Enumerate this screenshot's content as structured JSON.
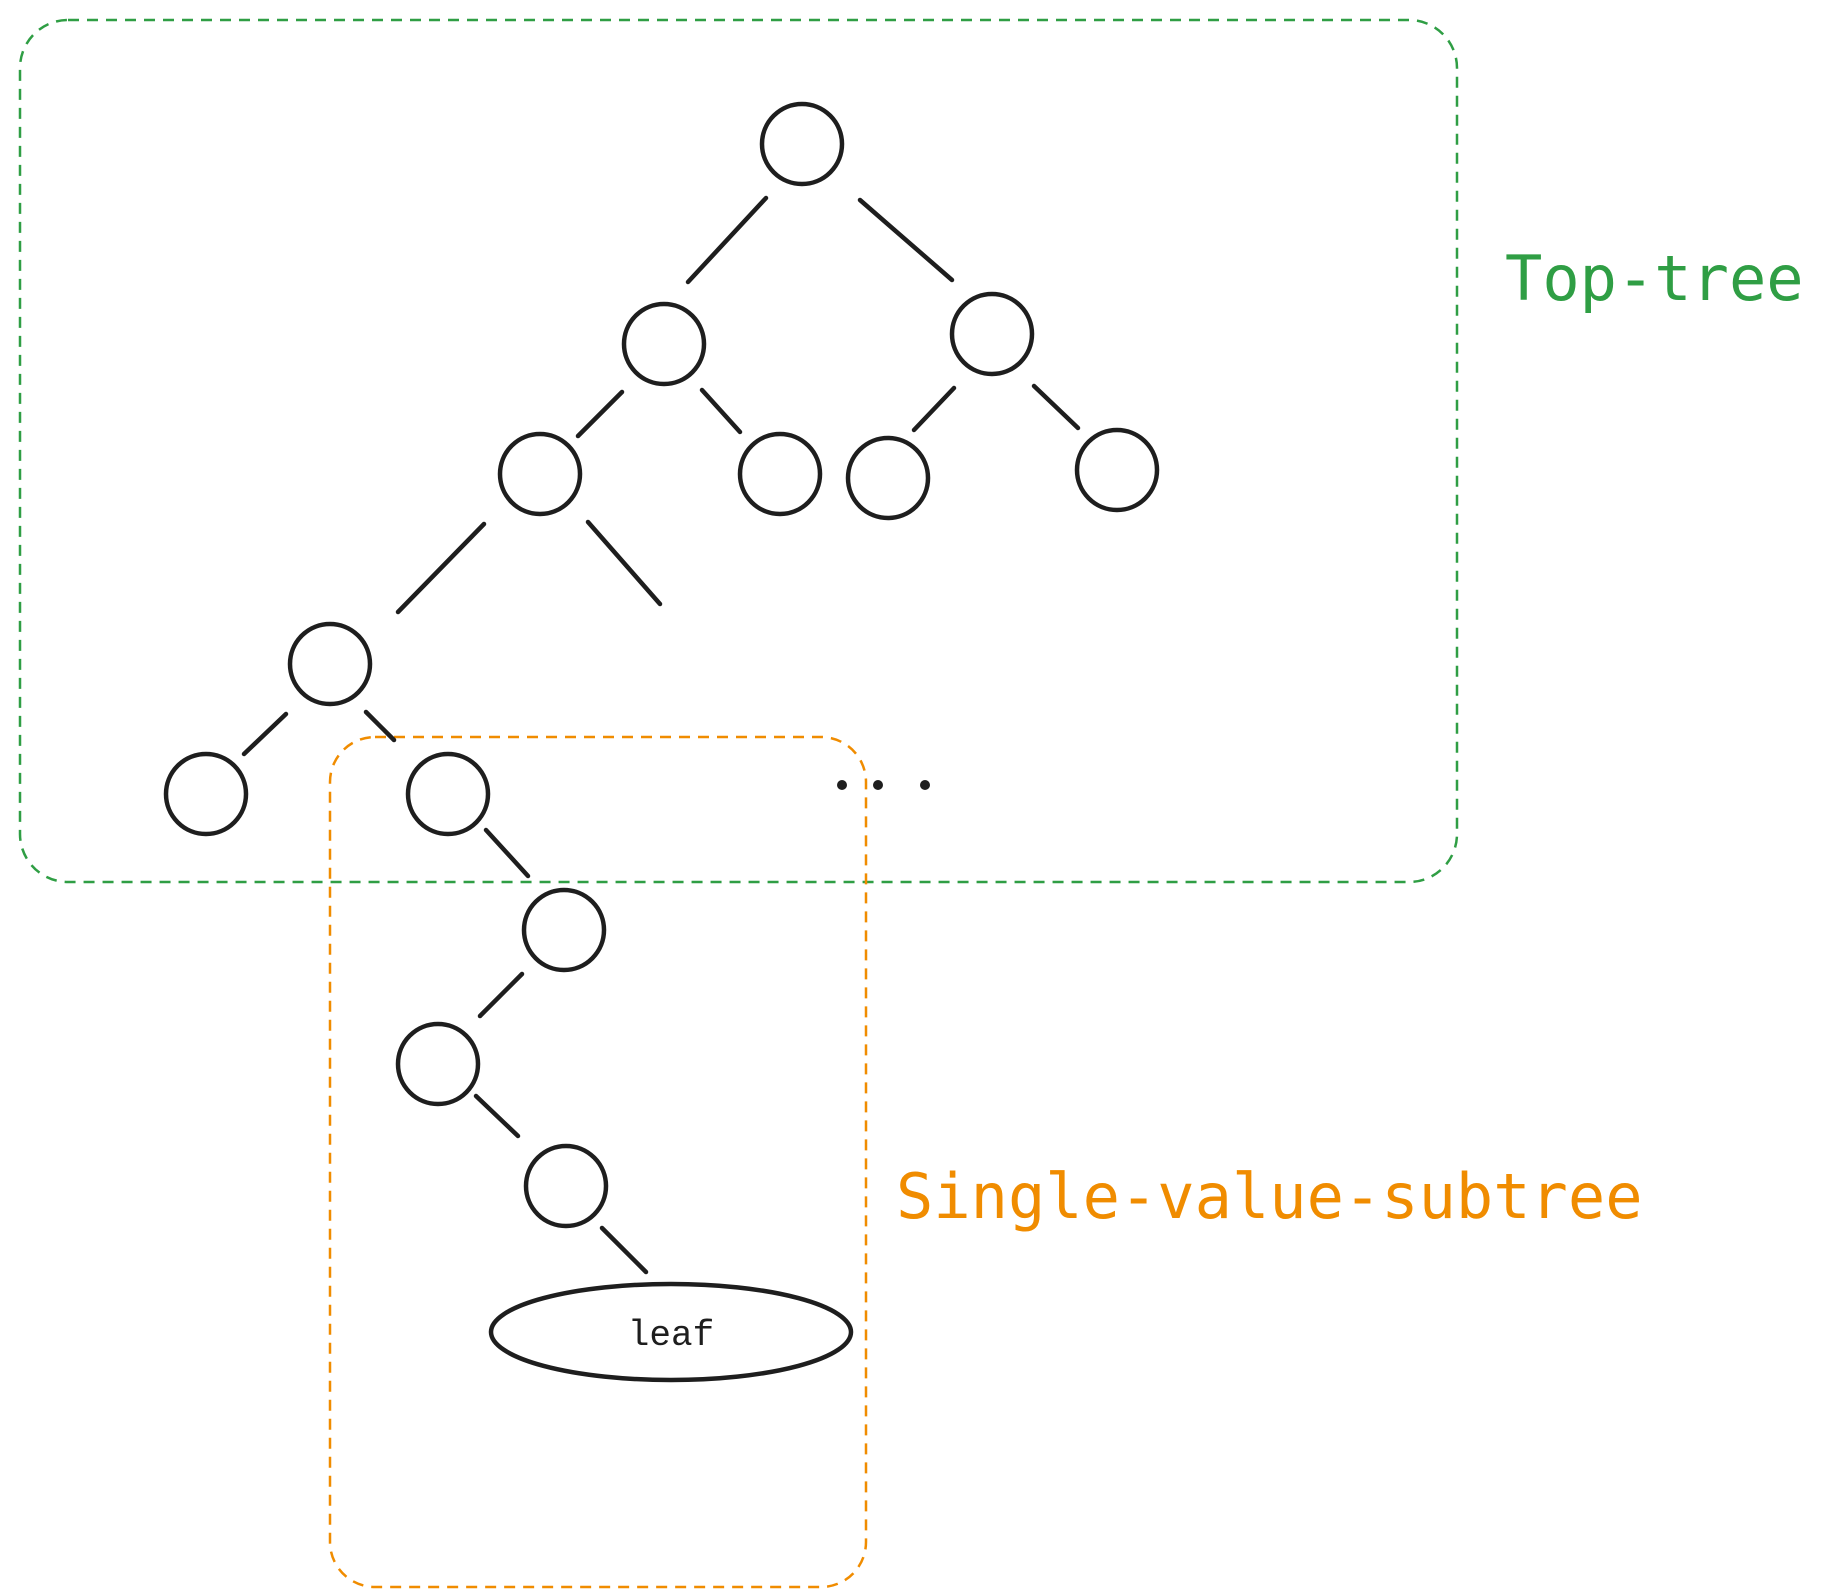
{
  "labels": {
    "top_tree": "Top-tree",
    "single_value_subtree": "Single-value-subtree",
    "leaf": "leaf",
    "ellipsis": "..."
  },
  "colors": {
    "top_tree": "#2f9e44",
    "single_value_subtree": "#f08c00",
    "ink": "#1e1e1e"
  }
}
